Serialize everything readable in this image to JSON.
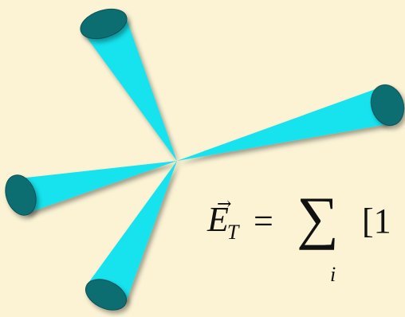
{
  "colors": {
    "background": "#fbf3d4",
    "cone": "#19e3ee",
    "cone_cap": "#0e6e72",
    "cap_edge": "#0a4f52"
  },
  "equation": {
    "symbol": "E",
    "arrow": "→",
    "subscript": "T",
    "equals": "=",
    "sum": "∑",
    "index": "i",
    "trailing": "[1"
  }
}
